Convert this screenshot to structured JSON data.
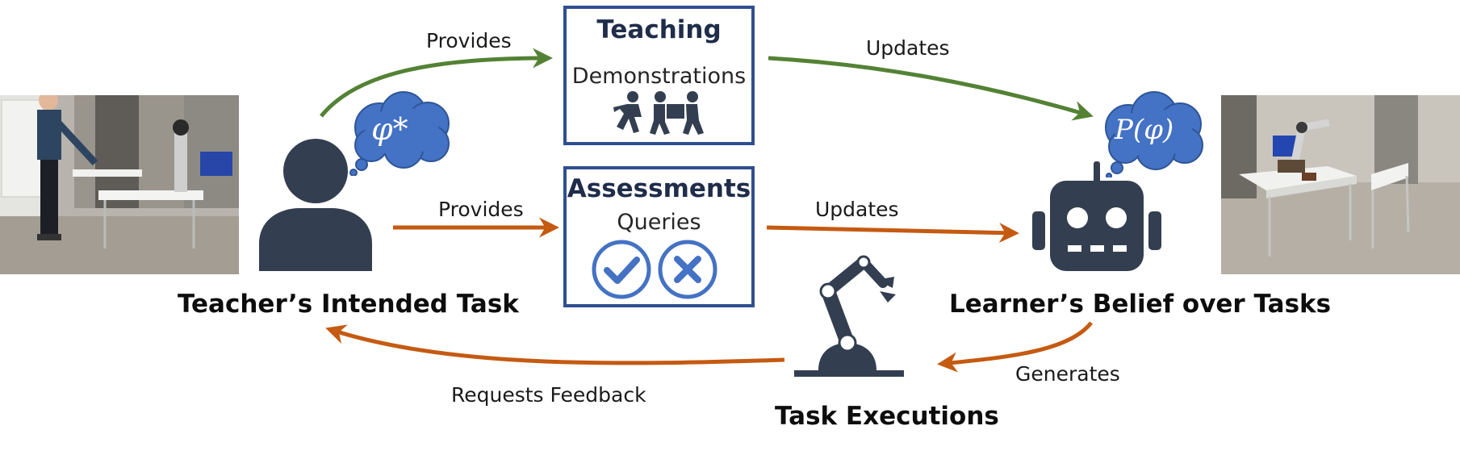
{
  "teaching_box": {
    "title": "Teaching",
    "subtitle": "Demonstrations"
  },
  "assessments_box": {
    "title": "Assessments",
    "subtitle": "Queries"
  },
  "edges": {
    "provides_top": "Provides",
    "provides_mid": "Provides",
    "updates_top": "Updates",
    "updates_mid": "Updates",
    "requests_feedback": "Requests Feedback",
    "generates": "Generates"
  },
  "nodes": {
    "teacher": "Teacher’s Intended Task",
    "learner": "Learner’s Belief over Tasks",
    "executions": "Task Executions"
  },
  "thoughts": {
    "teacher_task": "φ*",
    "learner_belief": "P(φ)"
  },
  "colors": {
    "green_arrow": "#548235",
    "orange_arrow": "#c55a11",
    "box_border": "#2f4f8f",
    "icon_dark": "#333f50",
    "cloud_blue": "#4472c4"
  },
  "icons": [
    "person-icon",
    "robot-head-icon",
    "robot-arm-icon",
    "people-carrying-icon",
    "check-icon",
    "cross-icon"
  ]
}
